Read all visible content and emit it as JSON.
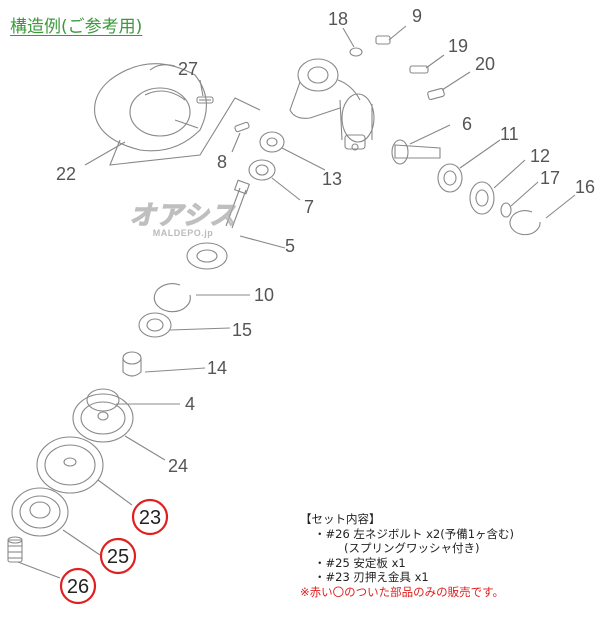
{
  "title": "構造例(ご参考用)",
  "watermark": {
    "main": "オアシス",
    "sub": "MALDEPO.jp"
  },
  "parts": {
    "p4": "4",
    "p5": "5",
    "p6": "6",
    "p7": "7",
    "p8": "8",
    "p9": "9",
    "p10": "10",
    "p11": "11",
    "p12": "12",
    "p13": "13",
    "p14": "14",
    "p15": "15",
    "p16": "16",
    "p17": "17",
    "p18": "18",
    "p19": "19",
    "p20": "20",
    "p22": "22",
    "p24": "24",
    "p27": "27",
    "p23": "23",
    "p25": "25",
    "p26": "26"
  },
  "highlight_color": "#e02020",
  "set_contents": {
    "heading": "【セット内容】",
    "line1": "・#26 左ネジボルト x2(予備1ヶ含む)",
    "line2": "(スプリングワッシャ付き)",
    "line3": "・#25 安定板 x1",
    "line4": "・#23 刃押え金具 x1",
    "note": "※赤い〇のついた部品のみの販売です。"
  }
}
